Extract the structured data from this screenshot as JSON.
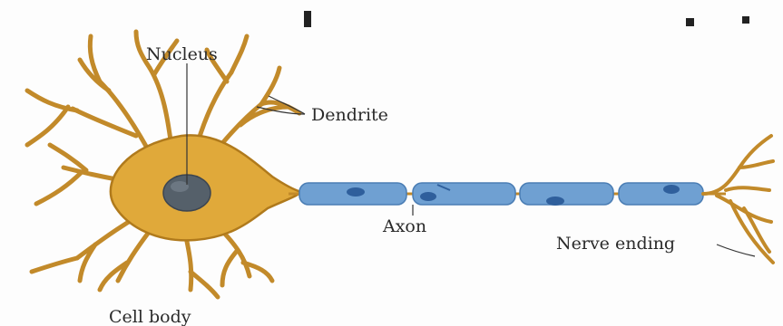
{
  "diagram": {
    "labels": {
      "nucleus": "Nucleus",
      "dendrite": "Dendrite",
      "axon": "Axon",
      "nerve_ending": "Nerve ending",
      "cell_body": "Cell body"
    }
  },
  "colors": {
    "cell_body": "#e0a93a",
    "cell_outline": "#b07a1c",
    "nucleus": "#55606a",
    "axon_sheath": "#6fa0d2",
    "axon_node": "#2f5f9c",
    "label_line": "#333333"
  }
}
